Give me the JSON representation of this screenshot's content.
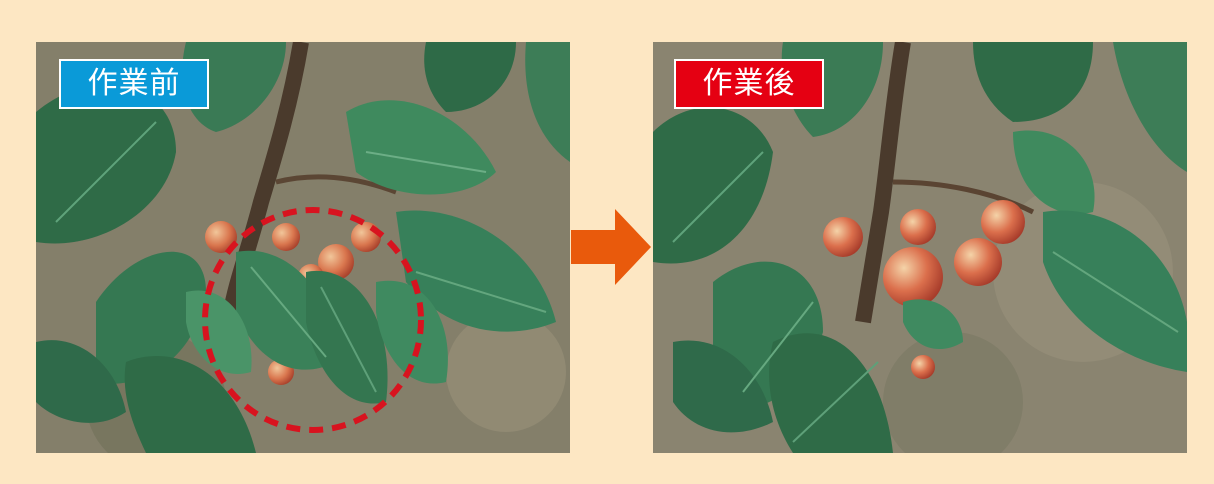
{
  "before": {
    "label": "作業前",
    "label_color": "#0a9ad8"
  },
  "after": {
    "label": "作業後",
    "label_color": "#e50012"
  },
  "arrow": {
    "icon": "right-arrow-icon",
    "color": "#e95a0c"
  },
  "marker": {
    "icon": "dashed-circle-highlight",
    "color": "#d8131f"
  },
  "background_color": "#fde7c3"
}
